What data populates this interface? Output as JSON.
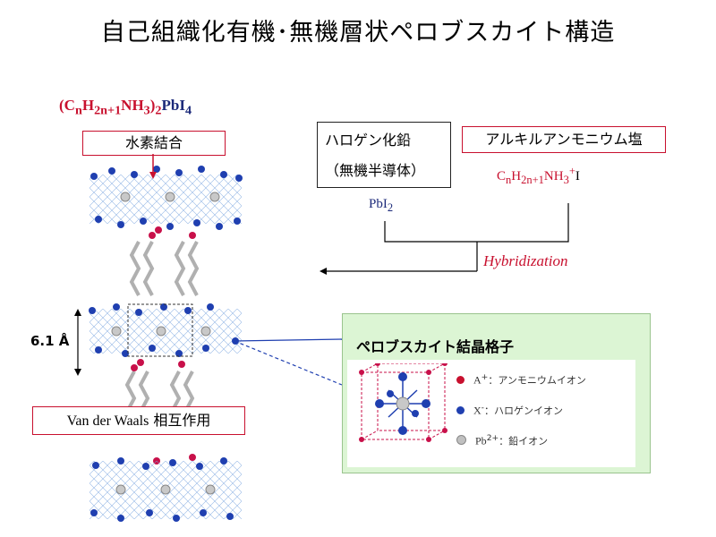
{
  "title": "自己組織化有機･無機層状ペロブスカイト構造",
  "formula": {
    "p1": "(C",
    "n1": "n",
    "p2": "H",
    "n2": "2n+1",
    "p3": "NH",
    "n3": "3",
    "p4": ")",
    "n4": "2",
    "p5": "PbI",
    "n5": "4"
  },
  "hydrogen_bond_label": "水素結合",
  "halide_box": {
    "line1": "ハロゲン化鉛",
    "line2": "（無機半導体）"
  },
  "ammonium_box": {
    "label": "アルキルアンモニウム塩"
  },
  "pbi2": {
    "base": "PbI",
    "sub": "2"
  },
  "ammonium_formula": {
    "a": "C",
    "a_sub": "n",
    "b": "H",
    "b_sub": "2n+1",
    "c": "NH",
    "c_sub": "3",
    "c_sup": "+",
    "d": "I"
  },
  "hybridization": "Hybridization",
  "spacing_label": "6.1 Å",
  "vdw_label": {
    "en": "Van der Waals",
    "jp": " 相互作用"
  },
  "lattice_title": "ペロブスカイト結晶格子",
  "legend": [
    {
      "ion": "A",
      "sup": "+",
      "text": "：アンモニウムイオン",
      "color": "#c8102e"
    },
    {
      "ion": "X",
      "sup": "-",
      "text": "：ハロゲンイオン",
      "color": "#1f3fb0"
    },
    {
      "ion": "Pb",
      "sup": "2+",
      "text": "：鉛イオン",
      "color": "#c0c0c0"
    }
  ],
  "colors": {
    "accent_red": "#c8102e",
    "navy": "#1c2a7a",
    "blue_ion": "#1f3fb0",
    "green_panel": "#dcf5d4"
  }
}
